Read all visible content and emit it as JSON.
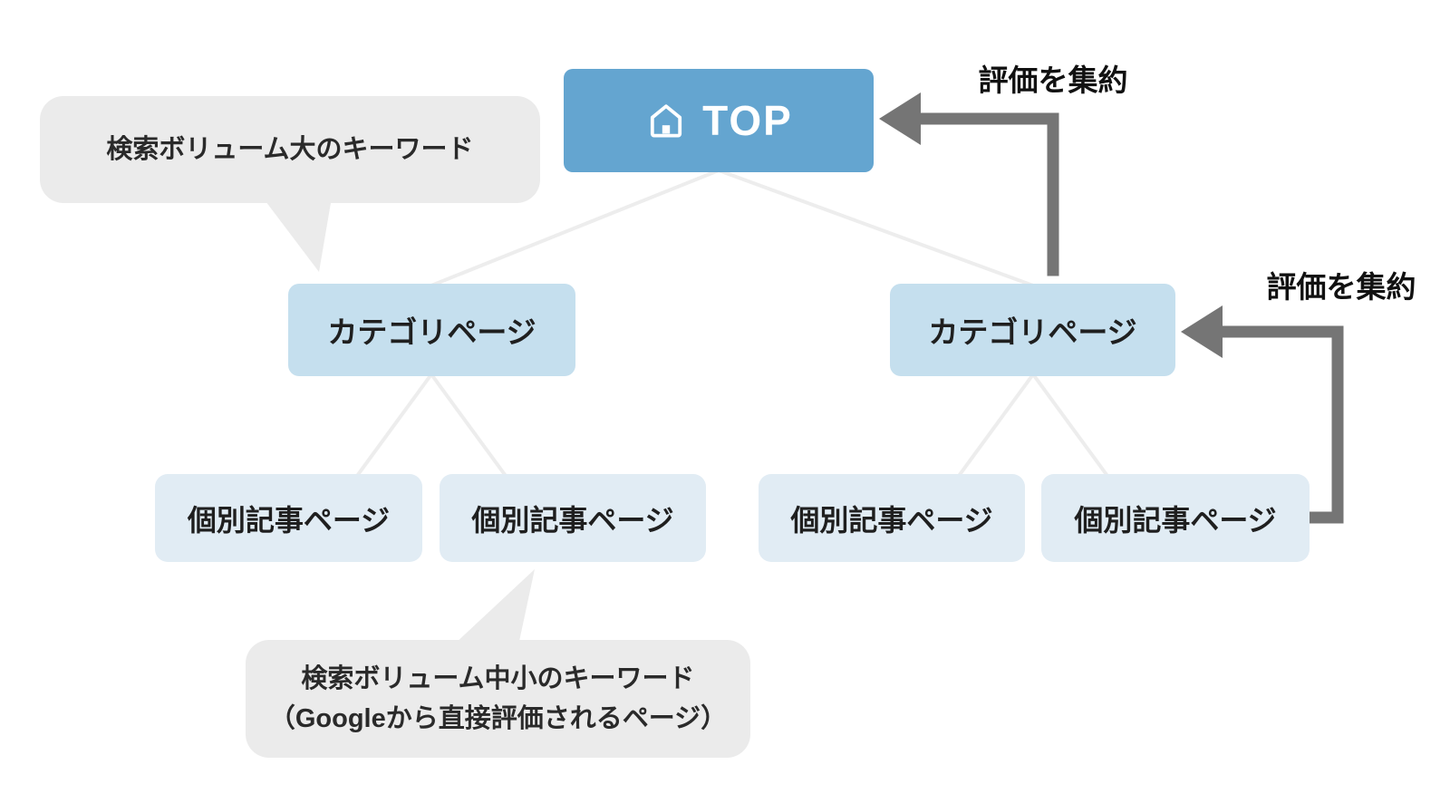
{
  "diagram": {
    "top_node": {
      "label": "TOP",
      "icon": "home-icon"
    },
    "category_nodes": [
      {
        "label": "カテゴリページ"
      },
      {
        "label": "カテゴリページ"
      }
    ],
    "article_nodes": [
      {
        "label": "個別記事ページ"
      },
      {
        "label": "個別記事ページ"
      },
      {
        "label": "個別記事ページ"
      },
      {
        "label": "個別記事ページ"
      }
    ],
    "callouts": [
      {
        "text": "検索ボリューム大のキーワード",
        "points_to": "カテゴリページ"
      },
      {
        "line1": "検索ボリューム中小のキーワード",
        "line2": "（Googleから直接評価されるページ）",
        "points_to": "個別記事ページ"
      }
    ],
    "arrows": [
      {
        "label": "評価を集約",
        "from": "カテゴリページ",
        "to": "TOP"
      },
      {
        "label": "評価を集約",
        "from": "個別記事ページ",
        "to": "カテゴリページ"
      }
    ],
    "colors": {
      "top_node_bg": "#64A5D0",
      "top_node_text": "#FFFFFF",
      "category_node_bg": "#C5DFEE",
      "article_node_bg": "#E1ECF4",
      "callout_bg": "#EBEBEB",
      "arrow": "#757575",
      "connector": "#EDEDED",
      "text": "#1F1F1F",
      "background": "#FFFFFF"
    }
  }
}
